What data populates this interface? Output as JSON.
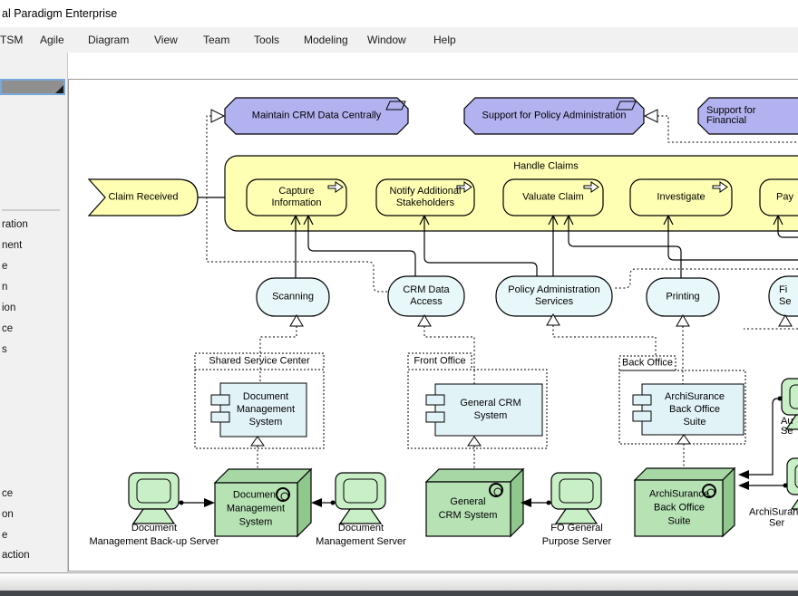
{
  "window": {
    "title": "al Paradigm Enterprise"
  },
  "menu": {
    "items": [
      "TSM",
      "Agile",
      "Diagram",
      "View",
      "Team",
      "Tools",
      "Modeling",
      "Window",
      "Help"
    ]
  },
  "palette": {
    "upper": [
      "ration",
      "nent",
      "e",
      "n",
      "ion",
      "ce",
      "s"
    ],
    "lower": [
      "ce",
      "on",
      "e",
      "action"
    ]
  },
  "diagram": {
    "goals": {
      "g1": "Maintain CRM Data Centrally",
      "g2": "Support for Policy Administration",
      "g3": "Support for Financial"
    },
    "event": "Claim Received",
    "container": "Handle Claims",
    "processes": {
      "capture": "Capture\nInformation",
      "notify": "Notify Additional\nStakeholders",
      "valuate": "Valuate Claim",
      "investigate": "Investigate",
      "pay": "Pay"
    },
    "services": {
      "scanning": "Scanning",
      "crm_data": "CRM Data\nAccess",
      "policy": "Policy Administration\nServices",
      "printing": "Printing",
      "financial": "Fi\nSe"
    },
    "groups": {
      "shared": "Shared Service Center",
      "front": "Front Office",
      "back": "Back Office"
    },
    "components": {
      "dms": "Document\nManagement\nSystem",
      "gcs": "General CRM\nSystem",
      "abos": "ArchiSurance\nBack Office\nSuite"
    },
    "nodes": {
      "dms": "Document\nManagement\nSystem",
      "gcs": "General\nCRM System",
      "abos": "ArchiSurance\nBack Office\nSuite"
    },
    "servers": {
      "backup": "Document\nManagement Back-up Server",
      "dm": "Document\nManagement Server",
      "fo": "FO General\nPurpose Server",
      "aux": "Au\nSe",
      "right1": "ArchiSuran",
      "right2": "Ser"
    }
  },
  "colors": {
    "goal_fill": "#b2b2f0",
    "process_fill": "#ffffb3",
    "service_fill": "#e8f7f9",
    "component_fill": "#e2f3f8",
    "node_front": "#b6e2b4",
    "node_top": "#a6d7a4",
    "node_side": "#8fc78d",
    "terminal_fill": "#c9efc7"
  }
}
